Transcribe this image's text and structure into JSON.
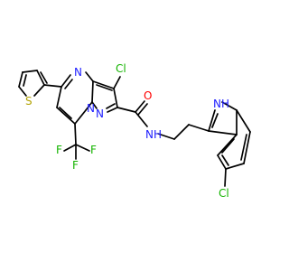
{
  "colors": {
    "bond": "#000000",
    "N": "#2020ff",
    "O": "#ff0000",
    "S": "#b2a200",
    "Cl": "#14b400",
    "F": "#14b400",
    "background": "#ffffff"
  },
  "atoms": [
    {
      "id": "a_cl1",
      "text": "Cl",
      "element": "Cl"
    },
    {
      "id": "a_n_pyr",
      "text": "N",
      "element": "N"
    },
    {
      "id": "a_o",
      "text": "O",
      "element": "O"
    },
    {
      "id": "a_s",
      "text": "S",
      "element": "S"
    },
    {
      "id": "a_n_br1",
      "text": "N",
      "element": "N"
    },
    {
      "id": "a_n_br2",
      "text": "N",
      "element": "N"
    },
    {
      "id": "a_nh_amide",
      "text": "N",
      "element": "N"
    },
    {
      "id": "a_h_amide",
      "text": "H",
      "element": "N"
    },
    {
      "id": "a_nh_indole",
      "text": "N",
      "element": "N"
    },
    {
      "id": "a_h_indole",
      "text": "H",
      "element": "N"
    },
    {
      "id": "a_f1",
      "text": "F",
      "element": "F"
    },
    {
      "id": "a_f2",
      "text": "F",
      "element": "F"
    },
    {
      "id": "a_f3",
      "text": "F",
      "element": "F"
    },
    {
      "id": "a_cl2",
      "text": "Cl",
      "element": "Cl"
    }
  ]
}
